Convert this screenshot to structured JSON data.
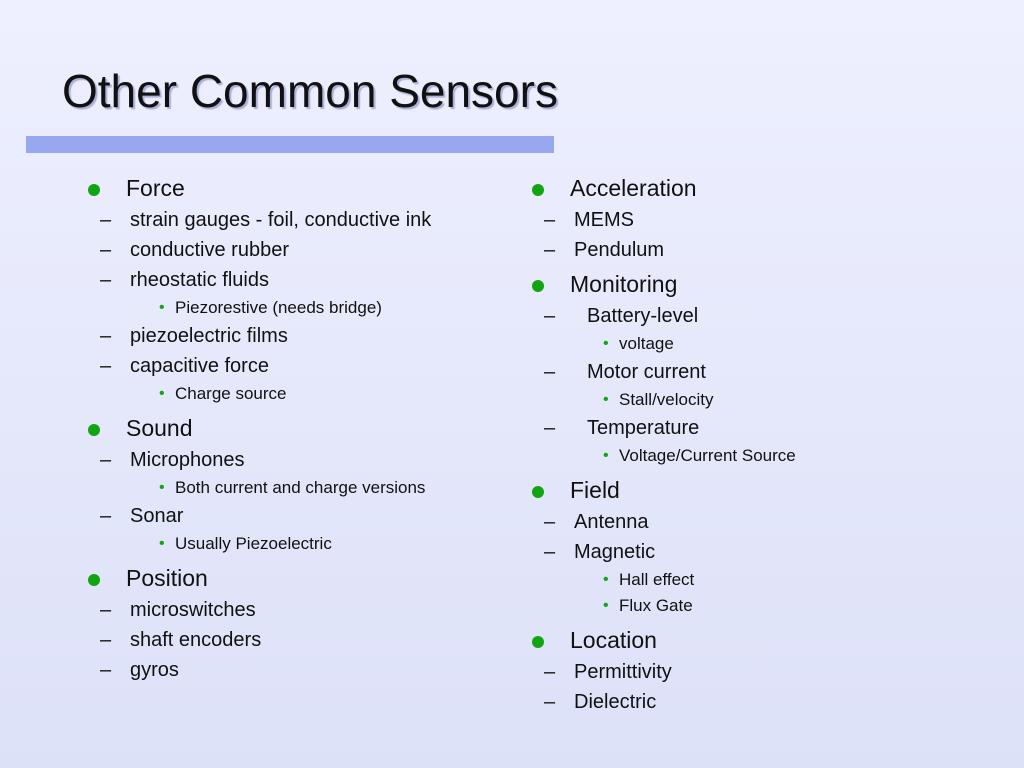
{
  "slide": {
    "title": "Other Common Sensors",
    "bullet_color": "#12a512",
    "accent_bar_color": "#97a8f0",
    "dash_glyph": "–",
    "sub_bullet_glyph": "•"
  },
  "left_column": {
    "force": {
      "label": "Force",
      "items": [
        {
          "label": "strain gauges - foil, conductive ink"
        },
        {
          "label": "conductive rubber"
        },
        {
          "label": "rheostatic fluids"
        },
        {
          "label": "Piezorestive (needs bridge)"
        },
        {
          "label": "piezoelectric films"
        },
        {
          "label": "capacitive force"
        },
        {
          "label": "Charge source"
        }
      ]
    },
    "sound": {
      "label": "Sound",
      "items": [
        {
          "label": "Microphones"
        },
        {
          "label": "Both current and charge versions"
        },
        {
          "label": "Sonar"
        },
        {
          "label": "Usually Piezoelectric"
        }
      ]
    },
    "position": {
      "label": "Position",
      "items": [
        {
          "label": "microswitches"
        },
        {
          "label": "shaft encoders"
        },
        {
          "label": "gyros"
        }
      ]
    }
  },
  "right_column": {
    "acceleration": {
      "label": "Acceleration",
      "items": [
        {
          "label": "MEMS"
        },
        {
          "label": "Pendulum"
        }
      ]
    },
    "monitoring": {
      "label": "Monitoring",
      "items": [
        {
          "label": "Battery-level"
        },
        {
          "label": "voltage"
        },
        {
          "label": "Motor current"
        },
        {
          "label": "Stall/velocity"
        },
        {
          "label": "Temperature"
        },
        {
          "label": "Voltage/Current Source"
        }
      ]
    },
    "field": {
      "label": "Field",
      "items": [
        {
          "label": "Antenna"
        },
        {
          "label": "Magnetic"
        },
        {
          "label": "Hall effect"
        },
        {
          "label": "Flux Gate"
        }
      ]
    },
    "location": {
      "label": "Location",
      "items": [
        {
          "label": "Permittivity"
        },
        {
          "label": "Dielectric"
        }
      ]
    }
  }
}
